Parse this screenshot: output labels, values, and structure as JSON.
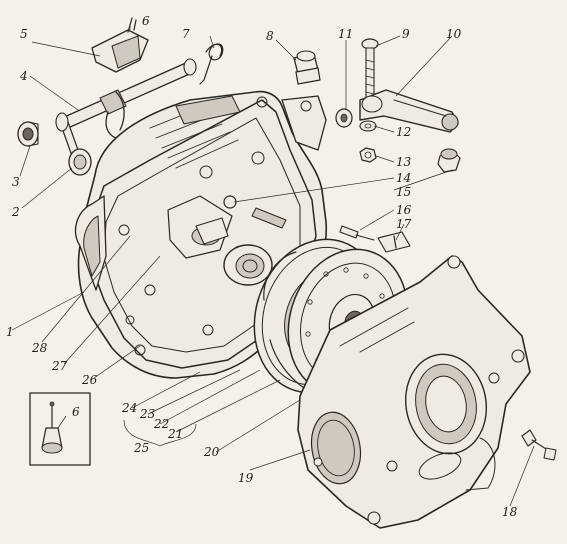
{
  "callouts": [
    {
      "id": "1",
      "label": "1"
    },
    {
      "id": "2",
      "label": "2"
    },
    {
      "id": "3",
      "label": "3"
    },
    {
      "id": "4",
      "label": "4"
    },
    {
      "id": "5",
      "label": "5"
    },
    {
      "id": "6a",
      "label": "6"
    },
    {
      "id": "6b",
      "label": "6"
    },
    {
      "id": "7",
      "label": "7"
    },
    {
      "id": "8",
      "label": "8"
    },
    {
      "id": "9",
      "label": "9"
    },
    {
      "id": "10",
      "label": "10"
    },
    {
      "id": "11",
      "label": "11"
    },
    {
      "id": "12",
      "label": "12"
    },
    {
      "id": "13",
      "label": "13"
    },
    {
      "id": "14",
      "label": "14"
    },
    {
      "id": "15",
      "label": "15"
    },
    {
      "id": "16",
      "label": "16"
    },
    {
      "id": "17",
      "label": "17"
    },
    {
      "id": "18",
      "label": "18"
    },
    {
      "id": "19",
      "label": "19"
    },
    {
      "id": "20",
      "label": "20"
    },
    {
      "id": "21",
      "label": "21"
    },
    {
      "id": "22",
      "label": "22"
    },
    {
      "id": "23",
      "label": "23"
    },
    {
      "id": "24",
      "label": "24"
    },
    {
      "id": "25",
      "label": "25"
    },
    {
      "id": "26",
      "label": "26"
    },
    {
      "id": "27",
      "label": "27"
    },
    {
      "id": "28",
      "label": "28"
    }
  ]
}
